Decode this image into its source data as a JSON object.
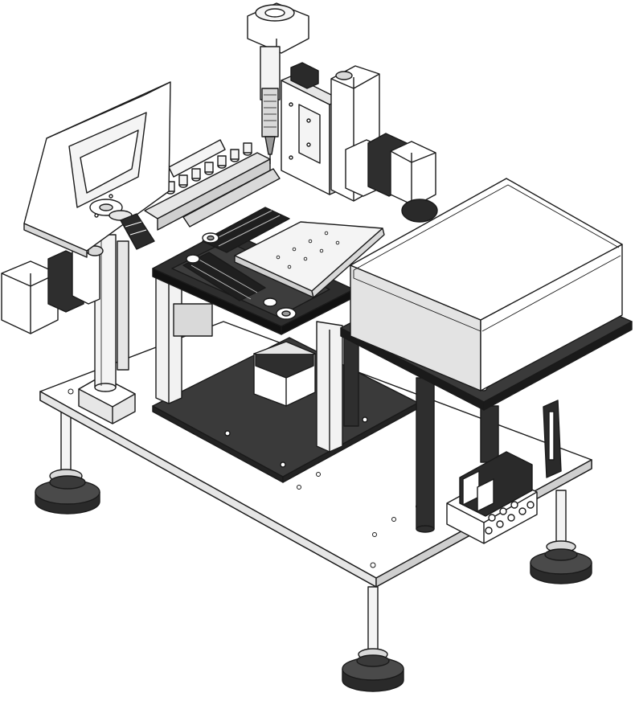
{
  "figure": {
    "style": "isometric CAD line drawing",
    "colors": {
      "line": "#1a1a1a",
      "panel": "#ffffff",
      "light_gray": "#d9d9d9",
      "mid_gray": "#9a9a9a",
      "dark_plate": "#3a3a3a",
      "black": "#111111"
    },
    "components": [
      "base-plate",
      "leveling-foot",
      "display-monitor",
      "monitor-support-column",
      "x-axis-stepper-motor",
      "linear-guide-rail",
      "tube-rack",
      "xy-stage-frame",
      "sample-plate",
      "z-axis-carriage",
      "syringe-pump",
      "z-axis-stepper-motor",
      "lower-dark-plate",
      "lower-stepper-motor",
      "electronics-enclosure",
      "enclosure-shelf",
      "shelf-support-post",
      "solenoid-valve-manifold",
      "cable-clamp"
    ]
  }
}
